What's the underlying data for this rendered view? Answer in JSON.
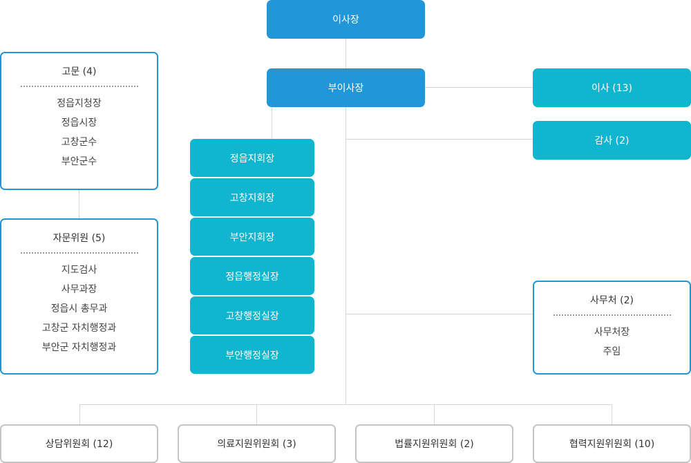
{
  "top": {
    "chairman": "이사장",
    "vice_chairman": "부이사장"
  },
  "right": {
    "directors": "이사 (13)",
    "auditors": "감사 (2)"
  },
  "branches": [
    "정읍지회장",
    "고창지회장",
    "부안지회장",
    "정읍행정실장",
    "고창행정실장",
    "부안행정실장"
  ],
  "advisors": {
    "title": "고문 (4)",
    "items": [
      "정읍지청장",
      "정읍시장",
      "고창군수",
      "부안군수"
    ]
  },
  "consultants": {
    "title": "자문위원 (5)",
    "items": [
      "지도검사",
      "사무과장",
      "정읍시 총무과",
      "고창군 자치행정과",
      "부안군 자치행정과"
    ]
  },
  "secretariat": {
    "title": "사무처 (2)",
    "items": [
      "사무처장",
      "주임"
    ]
  },
  "committees": [
    "상담위원회 (12)",
    "의료지원위원회 (3)",
    "법률지원위원회 (2)",
    "협력지원위원회 (10)"
  ],
  "colors": {
    "primary_blue": "#2196d8",
    "teal": "#10b5cf",
    "line": "#d6d6d6",
    "outline_gray": "#c4c4c4"
  }
}
